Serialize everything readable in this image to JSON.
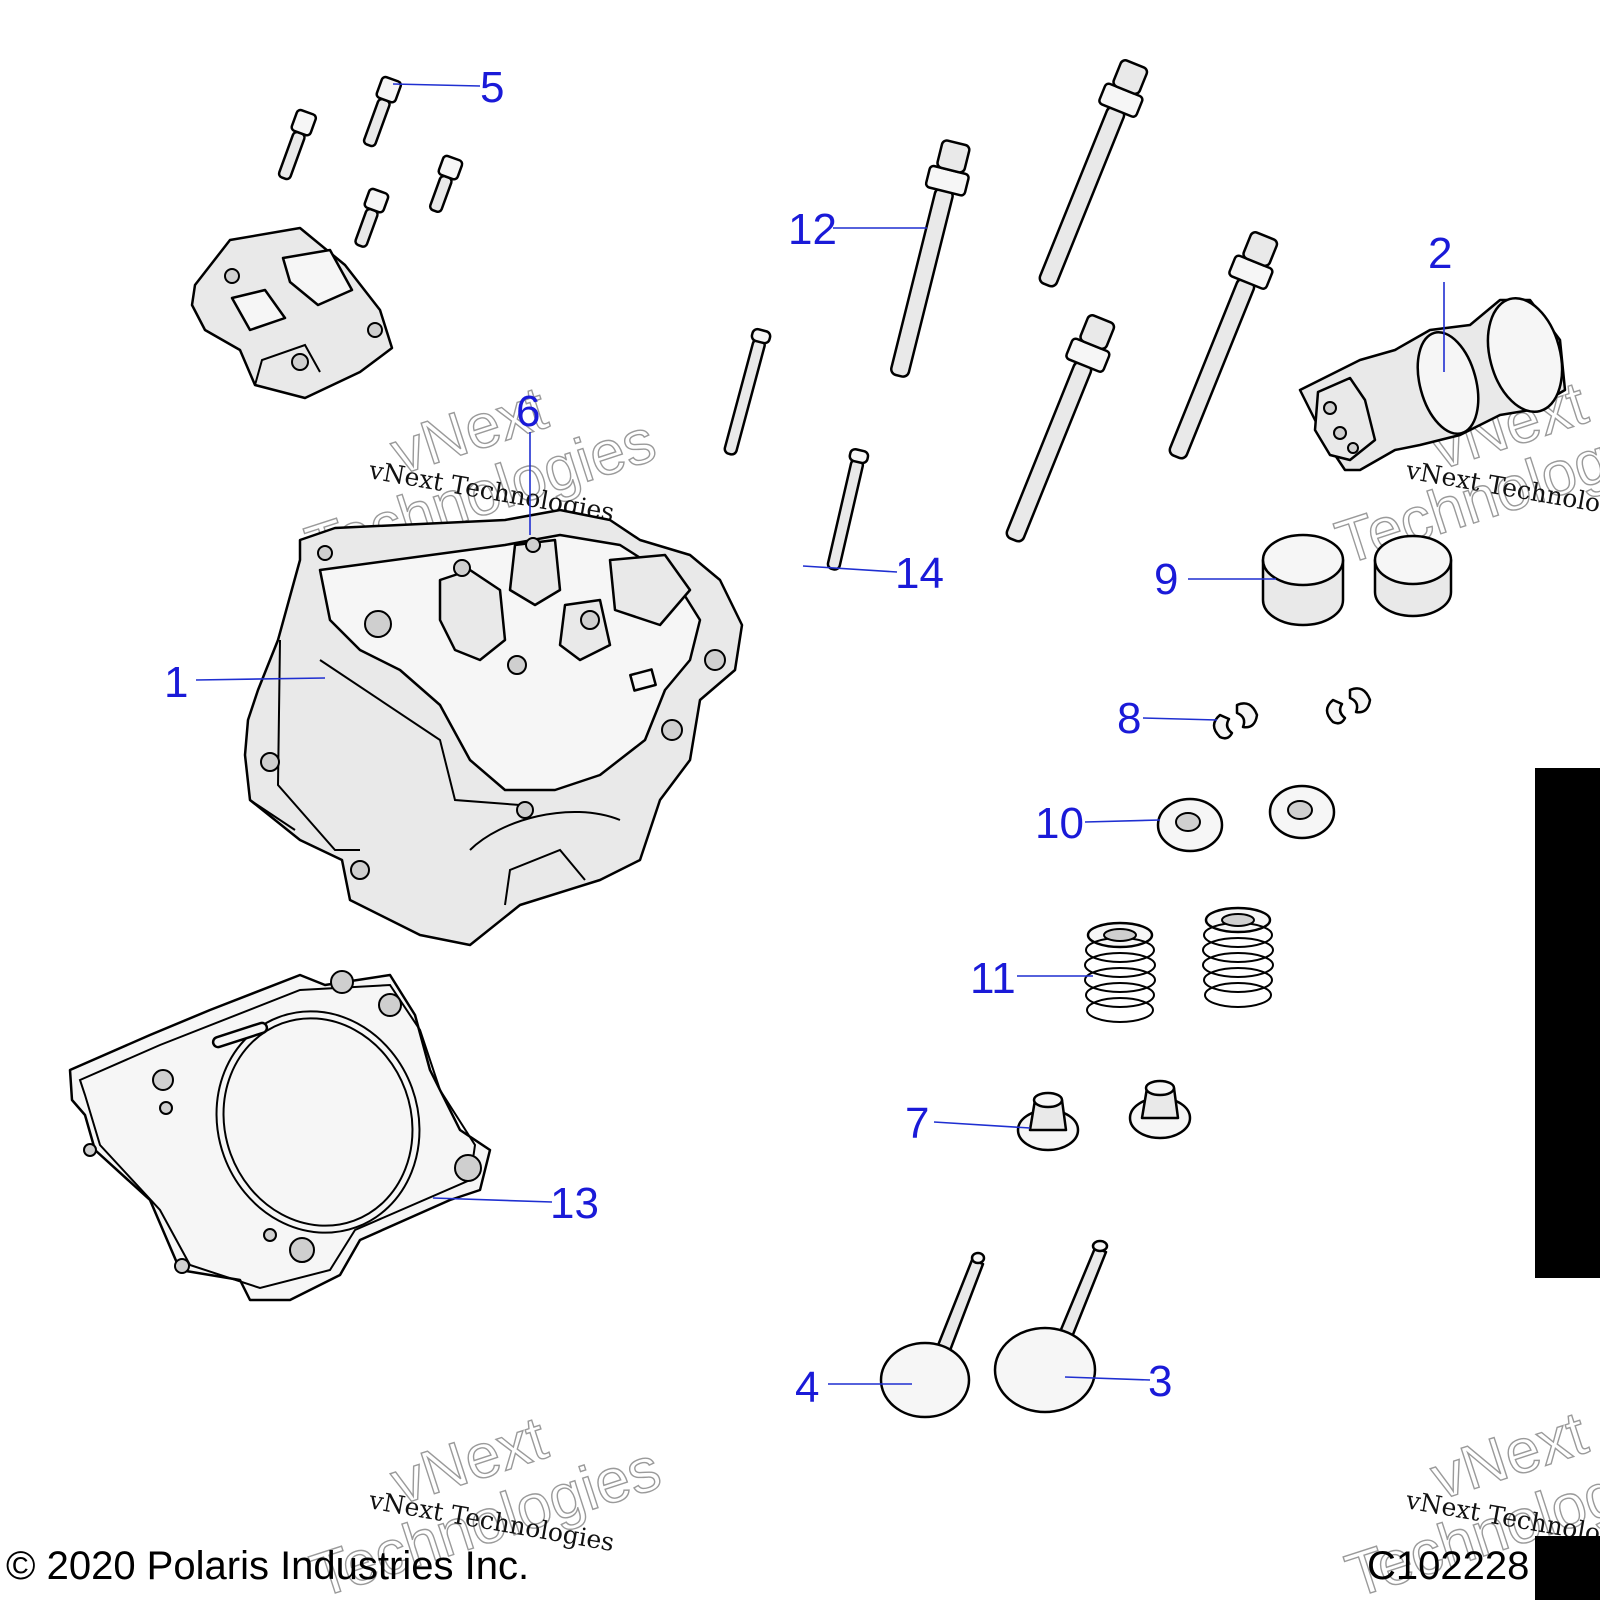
{
  "callouts": {
    "c1": "1",
    "c2": "2",
    "c3": "3",
    "c4": "4",
    "c5": "5",
    "c6": "6",
    "c7": "7",
    "c8": "8",
    "c9": "9",
    "c10": "10",
    "c11": "11",
    "c12": "12",
    "c13": "13",
    "c14": "14"
  },
  "watermark": {
    "line1": "vNext Technologies",
    "outline_a": "vNext",
    "outline_b": "Technologies"
  },
  "footer": {
    "copyright": "© 2020 Polaris Industries Inc.",
    "code": "C102228"
  },
  "colors": {
    "callout": "#1a1ad8",
    "leader": "#1f2fd1"
  }
}
